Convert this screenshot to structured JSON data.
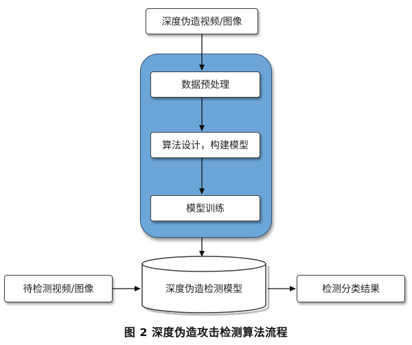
{
  "nodes": {
    "input_fake": "深度伪造视频/图像",
    "preprocess": "数据预处理",
    "algorithm_design": "算法设计，构建模型",
    "model_training": "模型训练",
    "detection_model": "深度伪造检测模型",
    "input_test": "待检测视频/图像",
    "result": "检测分类结果"
  },
  "caption": "图 2  深度伪造攻击检测算法流程",
  "colors": {
    "container_fill": "#6ca6d9",
    "container_border": "#2f4f73",
    "box_border": "#3a3a3a",
    "arrow": "#111111"
  }
}
